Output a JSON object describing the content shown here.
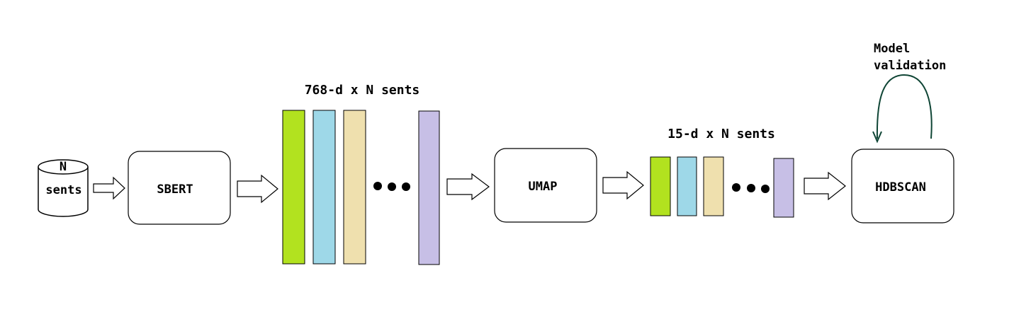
{
  "input": {
    "line1": "N",
    "line2": "sents"
  },
  "stages": {
    "sbert": "SBERT",
    "umap": "UMAP",
    "hdbscan": "HDBSCAN"
  },
  "embeddings": {
    "high_dim_label": "768-d x N sents",
    "low_dim_label": "15-d x N sents"
  },
  "validation": {
    "line1": "Model",
    "line2": "validation"
  },
  "colors": {
    "green": "#b2e21f",
    "blue": "#9ed8e8",
    "tan": "#efe0ae",
    "purple": "#c7bfe6",
    "loop_arrow": "#0f4535"
  }
}
